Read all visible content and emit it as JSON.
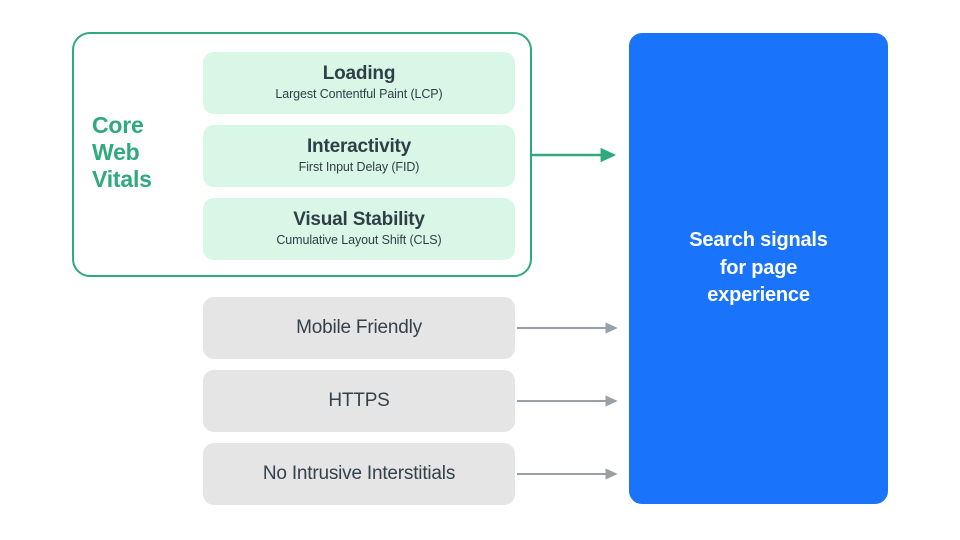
{
  "diagram": {
    "title": "Search signals for page experience",
    "colors": {
      "green_accent": "#2fa97e",
      "green_card": "#d8f7e6",
      "gray_card": "#e5e5e6",
      "blue_target": "#1a73fb",
      "text_dark": "#2f3f48",
      "arrow_gray": "#9aa0a6",
      "background": "#ffffff"
    }
  },
  "core_web_vitals": {
    "group_label": "Core\nWeb\nVitals",
    "group_label_line1": "Core",
    "group_label_line2": "Web",
    "group_label_line3": "Vitals",
    "metrics": [
      {
        "title": "Loading",
        "subtitle": "Largest Contentful Paint (LCP)"
      },
      {
        "title": "Interactivity",
        "subtitle": "First Input Delay (FID)"
      },
      {
        "title": "Visual Stability",
        "subtitle": "Cumulative Layout Shift (CLS)"
      }
    ]
  },
  "other_signals": [
    {
      "label": "Mobile Friendly"
    },
    {
      "label": "HTTPS"
    },
    {
      "label": "No Intrusive Interstitials"
    }
  ],
  "target": {
    "label": "Search signals\nfor page\nexperience"
  }
}
